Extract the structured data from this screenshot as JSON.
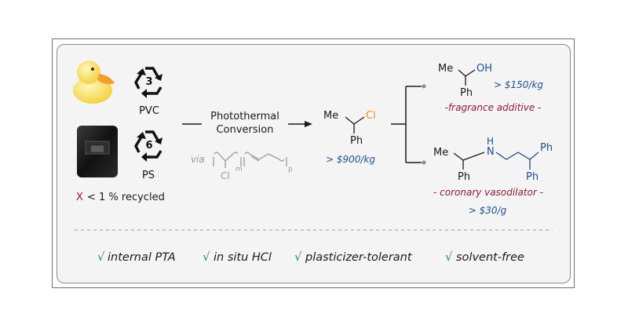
{
  "colors": {
    "dark": "#1a1a1a",
    "gray": "#9a9a9a",
    "blue": "#1f4e8c",
    "maroon": "#8b1a3a",
    "orange": "#e8901e",
    "teal": "#1e8a86",
    "red": "#9e1b26"
  },
  "left": {
    "pvc_code": "3",
    "pvc_label": "PVC",
    "ps_code": "6",
    "ps_label": "PS",
    "recycled_x": "X",
    "recycled_text": "< 1 % recycled"
  },
  "process": {
    "line1": "Photothermal",
    "line2": "Conversion",
    "via": "via",
    "sub_m": "m",
    "sub_p": "p",
    "cl": "Cl"
  },
  "center": {
    "me": "Me",
    "cl": "Cl",
    "ph": "Ph",
    "price": "> $900/kg"
  },
  "top_product": {
    "me": "Me",
    "oh": "OH",
    "ph": "Ph",
    "price": "> $150/kg",
    "use": "-fragrance additive -"
  },
  "bottom_product": {
    "me": "Me",
    "n": "N",
    "h": "H",
    "ph_left": "Ph",
    "ph_right_top": "Ph",
    "ph_right_bottom": "Ph",
    "use": "- coronary vasodilator -",
    "price": "> $30/g"
  },
  "features": [
    {
      "check": "√",
      "label": "internal PTA"
    },
    {
      "check": "√",
      "label": "in situ HCl"
    },
    {
      "check": "√",
      "label": "plasticizer-tolerant"
    },
    {
      "check": "√",
      "label": "solvent-free"
    }
  ],
  "icons": [
    "rubber-duck-icon",
    "recycle-icon",
    "foam-box-icon",
    "recycle-icon"
  ]
}
